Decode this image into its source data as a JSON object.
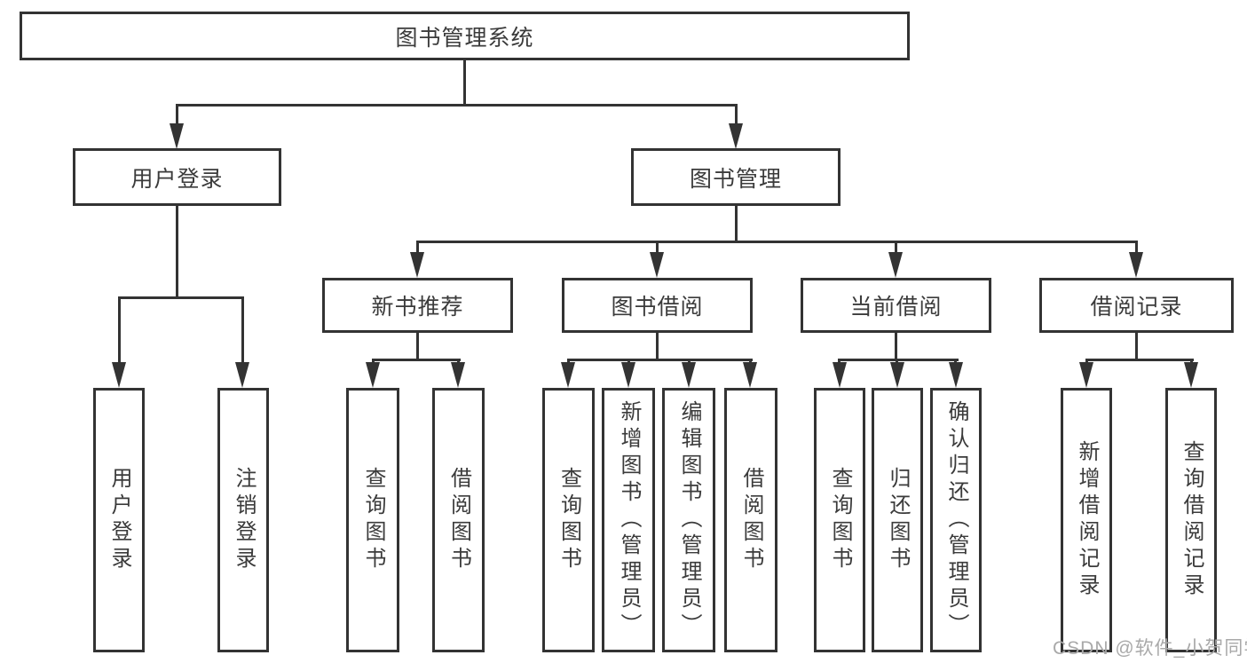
{
  "colors": {
    "background": "#ffffff",
    "box_border": "#333333",
    "box_fill": "#ffffff",
    "connector_line": "#333333",
    "text": "#3b3b3b",
    "watermark_text": "#a9a9a9"
  },
  "tree": {
    "root": {
      "label": "图书管理系统",
      "children": [
        {
          "label": "用户登录",
          "children": [
            {
              "label": "用户登录"
            },
            {
              "label": "注销登录"
            }
          ]
        },
        {
          "label": "图书管理",
          "children": [
            {
              "label": "新书推荐",
              "children": [
                {
                  "label": "查询图书"
                },
                {
                  "label": "借阅图书"
                }
              ]
            },
            {
              "label": "图书借阅",
              "children": [
                {
                  "label": "查询图书"
                },
                {
                  "label": "新增图书（管理员）"
                },
                {
                  "label": "编辑图书（管理员）"
                },
                {
                  "label": "借阅图书"
                }
              ]
            },
            {
              "label": "当前借阅",
              "children": [
                {
                  "label": "查询图书"
                },
                {
                  "label": "归还图书"
                },
                {
                  "label": "确认归还（管理员）"
                }
              ]
            },
            {
              "label": "借阅记录",
              "children": [
                {
                  "label": "新增借阅记录"
                },
                {
                  "label": "查询借阅记录"
                }
              ]
            }
          ]
        }
      ]
    }
  },
  "watermark": {
    "text": "CSDN @软件_小贺同学"
  }
}
